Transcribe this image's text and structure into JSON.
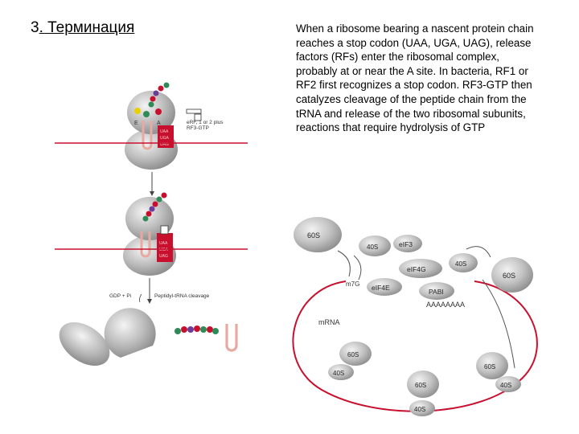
{
  "title": {
    "number": "3",
    "text": ". Терминация"
  },
  "paragraph": "When a ribosome bearing a nascent protein chain reaches a stop codon (UAA, UGA, UAG), release factors (RFs) enter the ribosomal complex, probably at or near the A site. In bacteria, RF1 or RF2 first recognizes a stop codon. RF3-GTP then catalyzes cleavage of the peptide chain from the tRNA and release of the two ribosomal subunits, reactions that require hydrolysis of GTP",
  "left_figure": {
    "site_e": "E",
    "site_a": "A",
    "rf_label_line1": "eRF, 1 or 2 plus",
    "rf_label_line2": "RF3-GTP",
    "step2_left": "GDP + Pi",
    "step2_right": "Peptidyl-tRNA cleavage",
    "codon_labels": [
      "UAA",
      "UGA",
      "UAG"
    ]
  },
  "right_figure": {
    "labels": {
      "s60_top": "60S",
      "s40_top": "40S",
      "eif3": "eIF3",
      "eif4g": "eIF4G",
      "s40_right": "40S",
      "s60_right": "60S",
      "m7g": "m7G",
      "eif4e": "eIF4E",
      "pabi": "PABI",
      "polya": "AAAAAAAA",
      "mrna": "mRNA",
      "s60_mid": "60S",
      "s40_left_low": "40S",
      "s60_bottom": "60S",
      "s40_bottom": "40S",
      "s60_right_low": "60S",
      "s40_right_low": "40S"
    }
  },
  "colors": {
    "red_line": "#c8102e",
    "ribosome_gray": "#b8b8b8",
    "trna_pink": "#e8a9a1",
    "rf_box": "#c8102e"
  }
}
